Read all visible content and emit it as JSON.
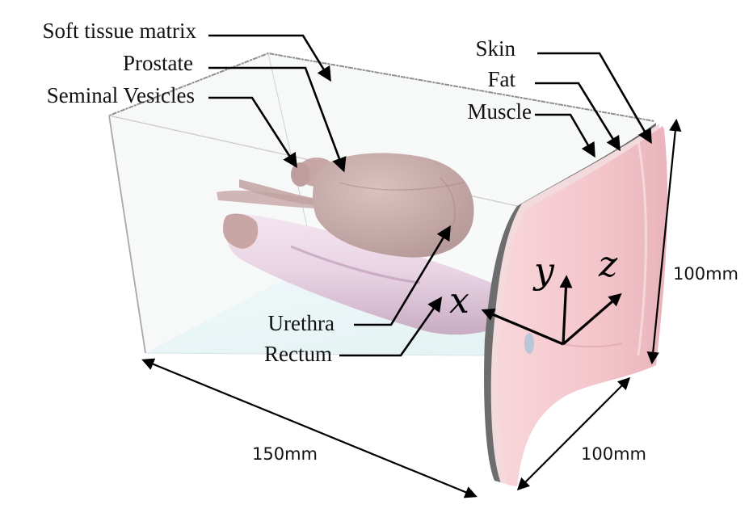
{
  "labels": {
    "soft_tissue": "Soft tissue matrix",
    "prostate": "Prostate",
    "seminal_vesicles": "Seminal Vesicles",
    "skin": "Skin",
    "fat": "Fat",
    "muscle": "Muscle",
    "urethra": "Urethra",
    "rectum": "Rectum"
  },
  "dimensions": {
    "length": "150mm",
    "depth": "100mm",
    "height": "100mm"
  },
  "axes": {
    "x": "x",
    "y": "y",
    "z": "z"
  },
  "colors": {
    "box_edge": "#9a9a9a",
    "box_floor": "#e3f1f3",
    "organ_pink": "#c9a7a7",
    "skin_pink": "#f6cfd3",
    "rectum_pink": "#e9cfe0"
  }
}
